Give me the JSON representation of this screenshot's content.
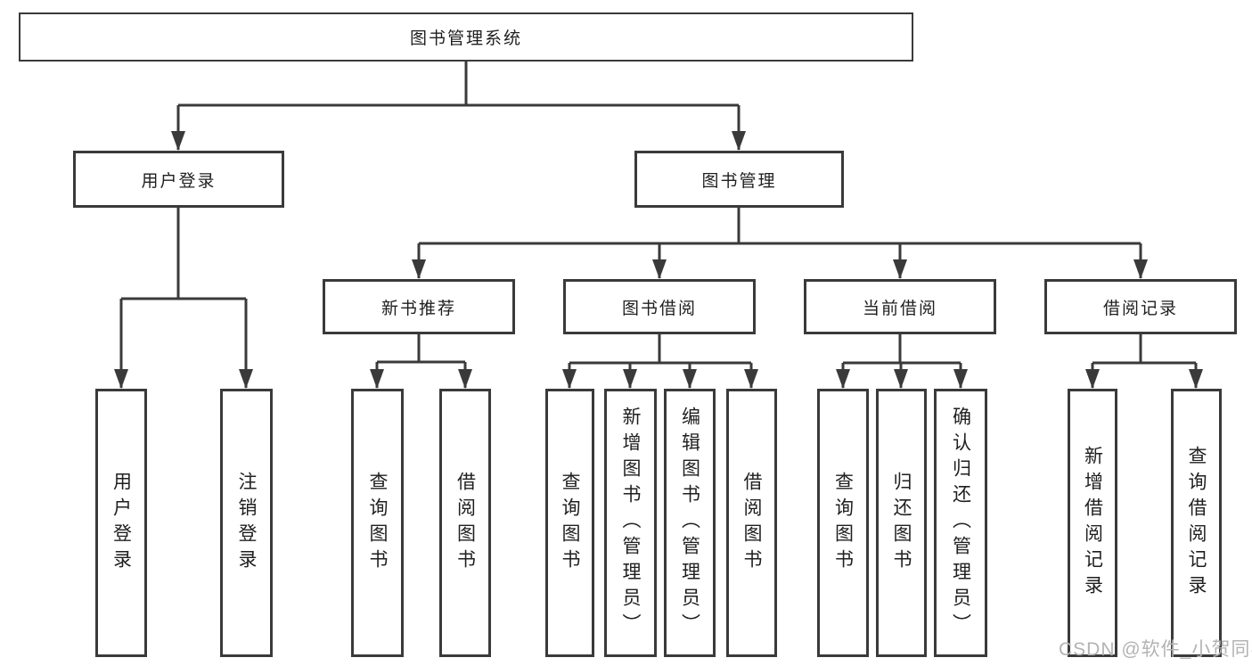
{
  "diagram": {
    "title_node": {
      "label": "图书管理系统"
    },
    "level2": [
      {
        "id": "user-login",
        "label": "用户登录"
      },
      {
        "id": "book-management",
        "label": "图书管理"
      }
    ],
    "level3": [
      {
        "id": "new-book-recommend",
        "label": "新书推荐"
      },
      {
        "id": "book-borrow",
        "label": "图书借阅"
      },
      {
        "id": "current-borrow",
        "label": "当前借阅"
      },
      {
        "id": "borrow-records",
        "label": "借阅记录"
      }
    ],
    "leaves": {
      "user_login": [
        {
          "label": "用户登录"
        },
        {
          "label": "注销登录"
        }
      ],
      "new_books": [
        {
          "label": "查询图书"
        },
        {
          "label": "借阅图书"
        }
      ],
      "book_borrow": [
        {
          "label": "查询图书"
        },
        {
          "label": "新增图书（管理员）"
        },
        {
          "label": "编辑图书（管理员）"
        },
        {
          "label": "借阅图书"
        }
      ],
      "current_borrow": [
        {
          "label": "查询图书"
        },
        {
          "label": "归还图书"
        },
        {
          "label": "确认归还（管理员）"
        }
      ],
      "borrow_records": [
        {
          "label": "新增借阅记录"
        },
        {
          "label": "查询借阅记录"
        }
      ]
    },
    "watermark": "CSDN @软件_小贺同学",
    "colors": {
      "line": "#3a3a3a",
      "box_border": "#3a3a3a",
      "text": "#1f1f1f",
      "watermark": "#b3b3b3",
      "background": "#ffffff"
    }
  }
}
